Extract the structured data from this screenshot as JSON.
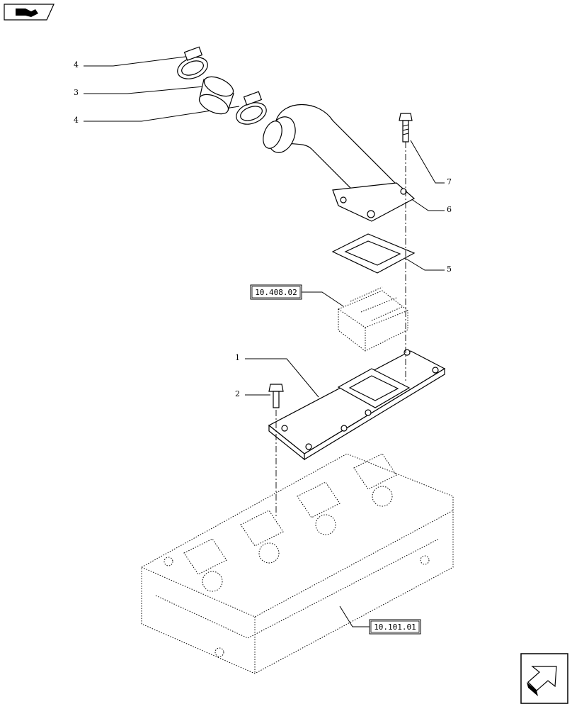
{
  "callouts": [
    {
      "id": "4a",
      "label": "4"
    },
    {
      "id": "3",
      "label": "3"
    },
    {
      "id": "4b",
      "label": "4"
    },
    {
      "id": "7",
      "label": "7"
    },
    {
      "id": "6",
      "label": "6"
    },
    {
      "id": "5",
      "label": "5"
    },
    {
      "id": "1",
      "label": "1"
    },
    {
      "id": "2",
      "label": "2"
    }
  ],
  "references": {
    "ref_a": "10.408.02",
    "ref_b": "10.101.01"
  },
  "icons": {
    "top_left": "forward-book-icon",
    "bottom_right": "next-page-arrow-icon"
  }
}
